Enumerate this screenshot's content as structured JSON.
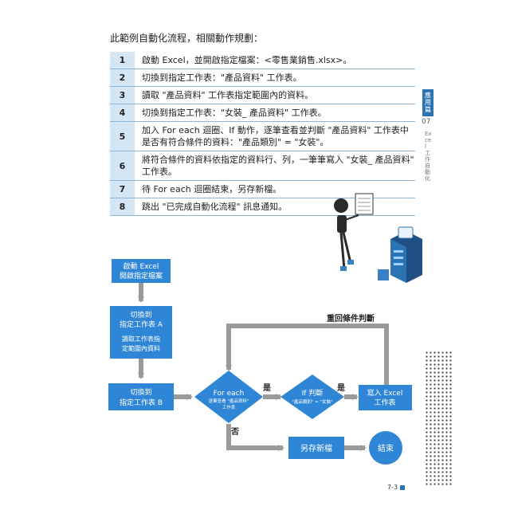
{
  "intro": "此範例自動化流程，相關動作規劃：",
  "steps": [
    {
      "num": "1",
      "text": "啟動 Excel，並開啟指定檔案：<零售業銷售.xlsx>。"
    },
    {
      "num": "2",
      "text": "切換到指定工作表：\"產品資料\" 工作表。"
    },
    {
      "num": "3",
      "text": "讀取 \"產品資料\" 工作表指定範圍內的資料。"
    },
    {
      "num": "4",
      "text": "切換到指定工作表：\"女裝_ 產品資料\" 工作表。"
    },
    {
      "num": "5",
      "line1": "加入 For each 迴圈、If 動作，逐筆查看並判斷 \"產品資料\" 工作表中",
      "line2": "是否有符合條件的資料：\"產品類別\" = \"女裝\"。"
    },
    {
      "num": "6",
      "line1": "將符合條件的資料依指定的資料行、列，一筆筆寫入 \"女裝_ 產品資料\"",
      "line2": "工作表。"
    },
    {
      "num": "7",
      "text": "待 For each 迴圈結束，另存新檔。"
    },
    {
      "num": "8",
      "text": "跳出 \"已完成自動化流程\" 訊息通知。"
    }
  ],
  "side": {
    "tab": "應用篇",
    "chapter": "07",
    "title": "Excel 工作自動化"
  },
  "flow": {
    "box1": [
      "啟動 Excel",
      "開啟指定檔案"
    ],
    "box2a": [
      "切換到",
      "指定工作表 A"
    ],
    "box2b": [
      "讀取工作表指",
      "定範圍內資料"
    ],
    "box3": [
      "切換到",
      "指定工作表 B"
    ],
    "foreach": [
      "For each",
      "逐筆查看 \"產品資料\"",
      "工作表"
    ],
    "ifdec": [
      "If 判斷",
      "\"產品類別\" = \"女裝\""
    ],
    "write": [
      "寫入 Excel",
      "工作表"
    ],
    "loop_label": "重回條件判斷",
    "yes1": "是",
    "yes2": "是",
    "no": "否",
    "saveas": "另存新檔",
    "end": "結束"
  },
  "page_number": "7-3",
  "colors": {
    "accent": "#2c73b3",
    "flow_blue": "#2f86d6",
    "arrow_gray": "#9a9a9a",
    "num_bg": "#d4e5f4"
  }
}
